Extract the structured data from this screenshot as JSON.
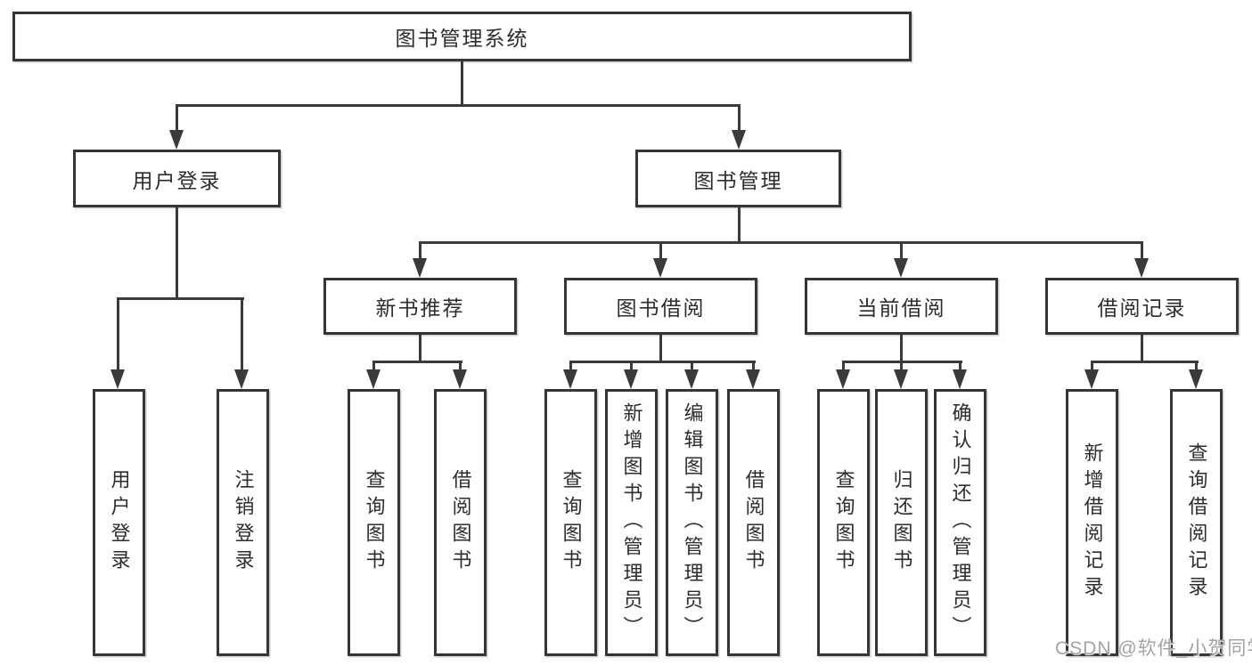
{
  "tree": {
    "root": "图书管理系统",
    "level2": [
      "用户登录",
      "图书管理"
    ],
    "level3": [
      "新书推荐",
      "图书借阅",
      "当前借阅",
      "借阅记录"
    ],
    "leaves": {
      "login": [
        "用户登录",
        "注销登录"
      ],
      "recommend": [
        "查询图书",
        "借阅图书"
      ],
      "borrow": [
        "查询图书",
        "新增图书（管理员）",
        "编辑图书（管理员）",
        "借阅图书"
      ],
      "current": [
        "查询图书",
        "归还图书",
        "确认归还（管理员）"
      ],
      "records": [
        "新增借阅记录",
        "查询借阅记录"
      ]
    }
  },
  "watermark": "CSDN @软件_小贺同学",
  "colors": {
    "line": "#3a3a3a",
    "border": "#363636",
    "text": "#2d2d2d",
    "background": "#ffffff",
    "watermark": "#a3a3a3"
  }
}
